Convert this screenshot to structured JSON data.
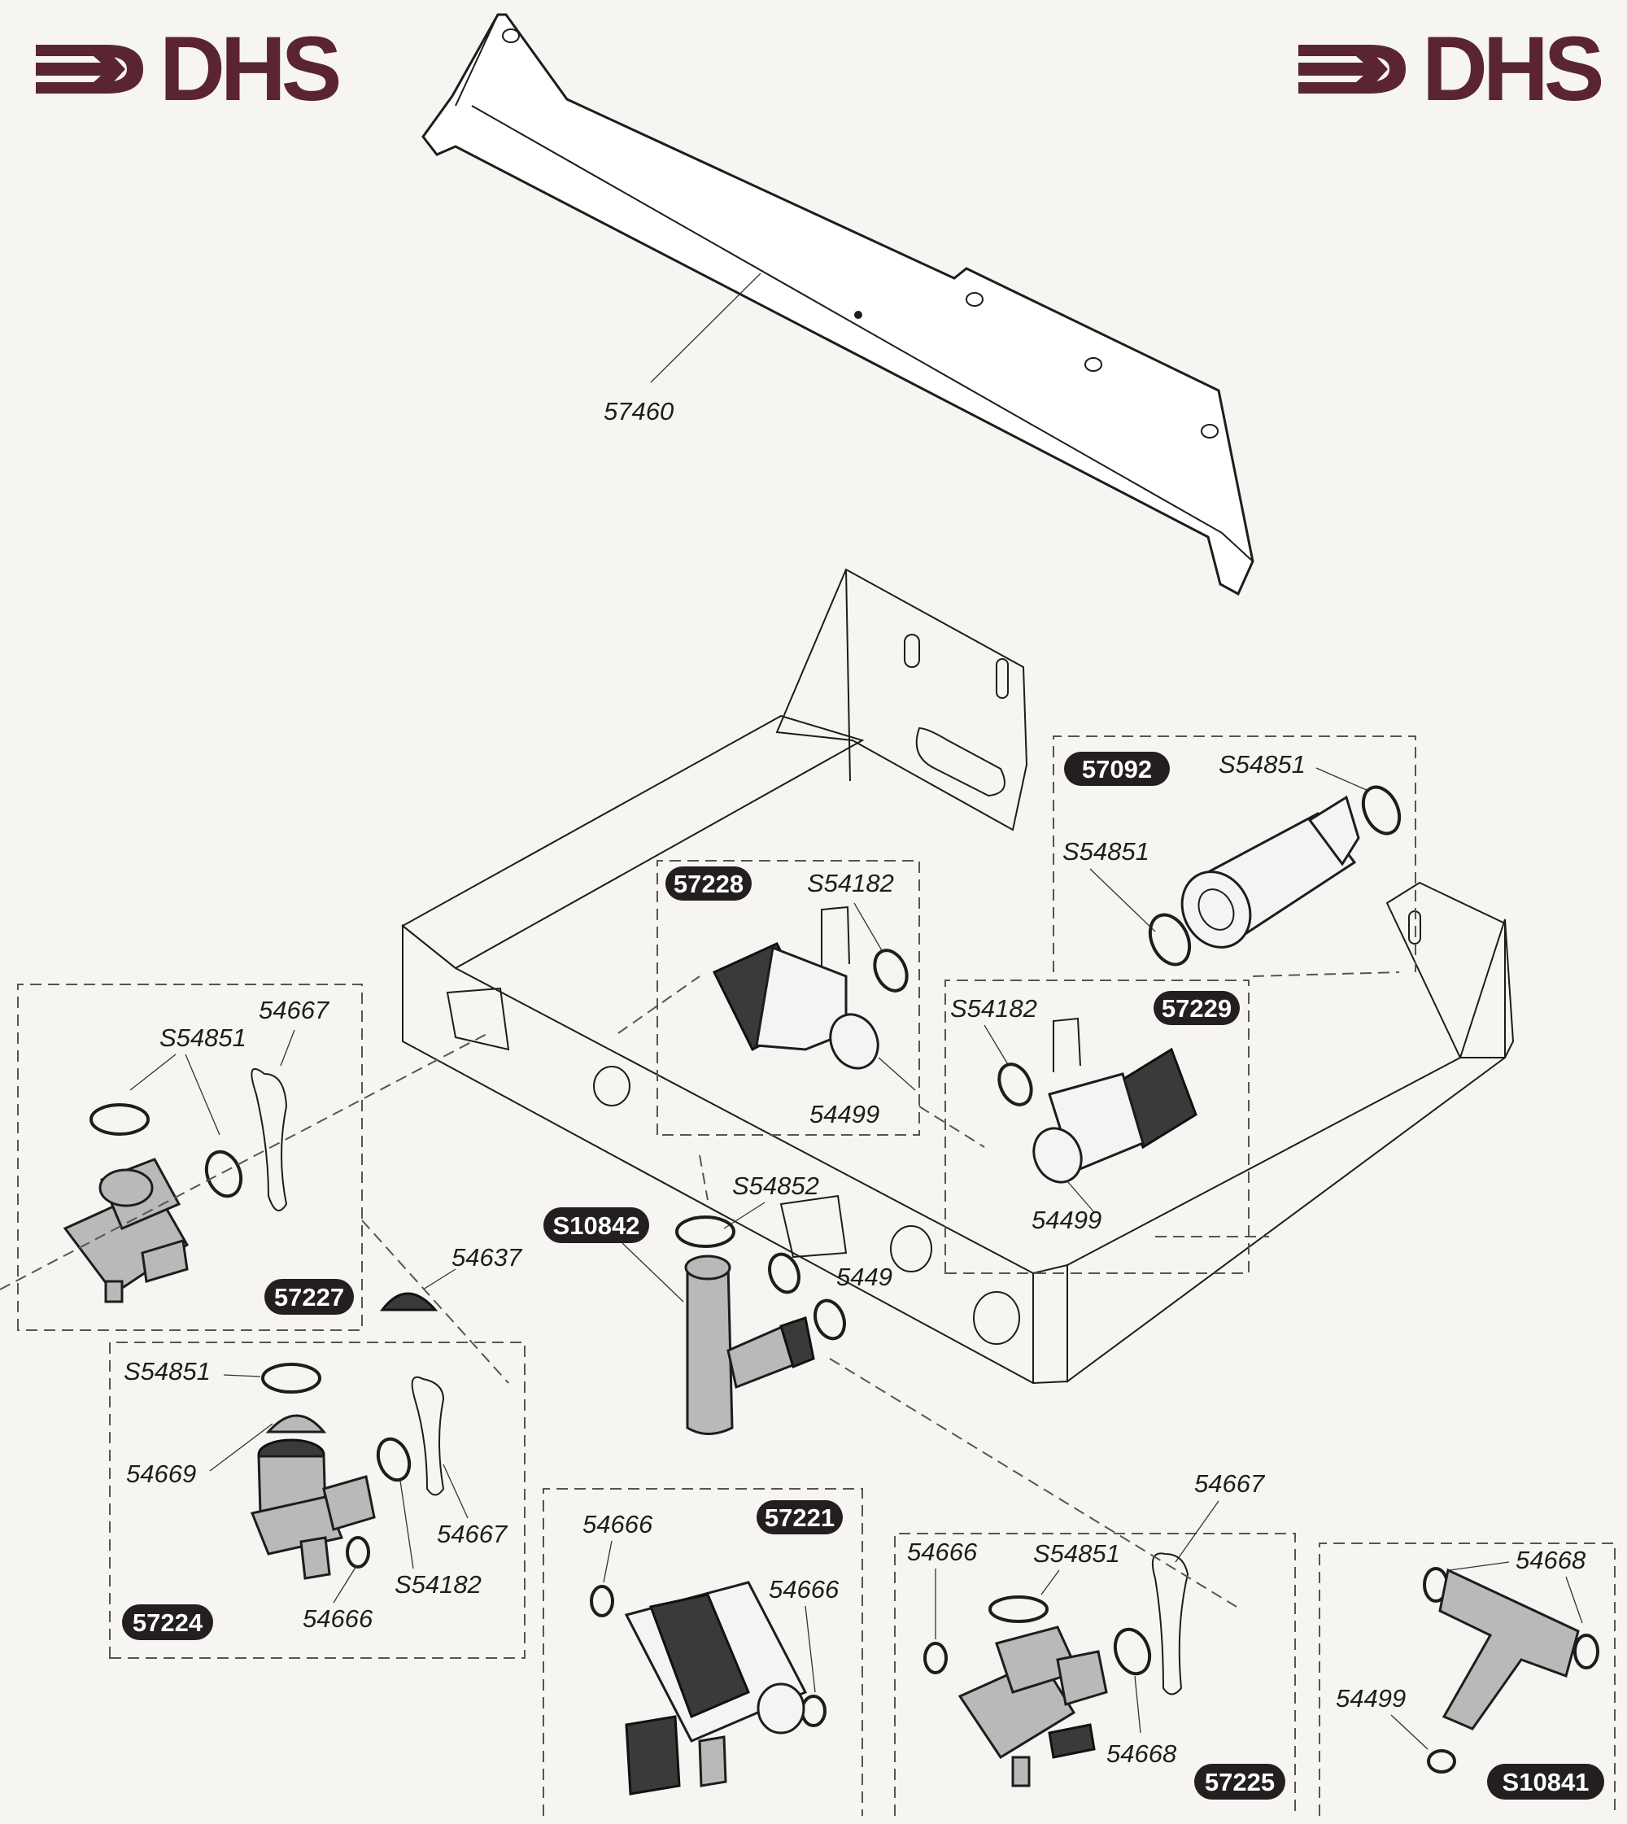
{
  "logo": {
    "text": "DHS",
    "color": "#5a2530"
  },
  "parts": {
    "bracket": "57460",
    "kit_57092": "57092",
    "kit_57228": "57228",
    "kit_57229": "57229",
    "kit_57227": "57227",
    "kit_57224": "57224",
    "kit_57221": "57221",
    "kit_57225": "57225",
    "part_S10842": "S10842",
    "part_S10841": "S10841"
  },
  "labels": {
    "s54851": "S54851",
    "s54182": "S54182",
    "s54852": "S54852",
    "p54499": "54499",
    "p54667": "54667",
    "p54637": "54637",
    "p54669": "54669",
    "p54666": "54666",
    "p54668": "54668",
    "p5449x": "5449"
  },
  "colors": {
    "badge_bg": "#231f20",
    "badge_text": "#ffffff",
    "line": "#1d1d1d",
    "part_fill": "#b9b9b9",
    "logo": "#5a2530"
  }
}
